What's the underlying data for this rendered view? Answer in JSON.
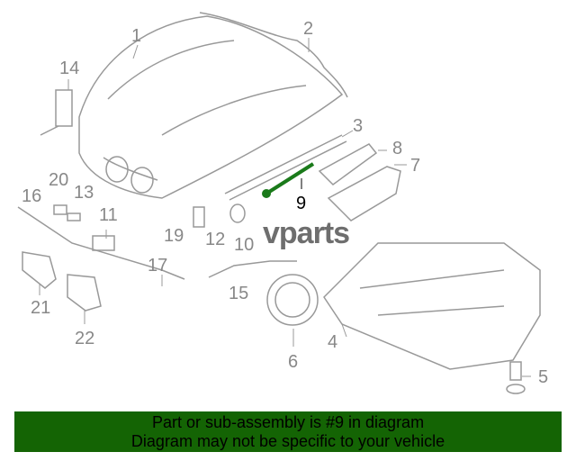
{
  "diagram": {
    "highlighted_part": "9",
    "highlight_color": "#1a7a1a",
    "callouts": [
      "1",
      "2",
      "3",
      "4",
      "5",
      "6",
      "7",
      "8",
      "9",
      "10",
      "11",
      "12",
      "13",
      "14",
      "15",
      "16",
      "17",
      "19",
      "20",
      "21",
      "22"
    ]
  },
  "watermark": "vparts",
  "banner": {
    "line1": "Part or sub-assembly is #9 in diagram",
    "line2": "Diagram may not be specific to your vehicle",
    "color": "#146404"
  }
}
